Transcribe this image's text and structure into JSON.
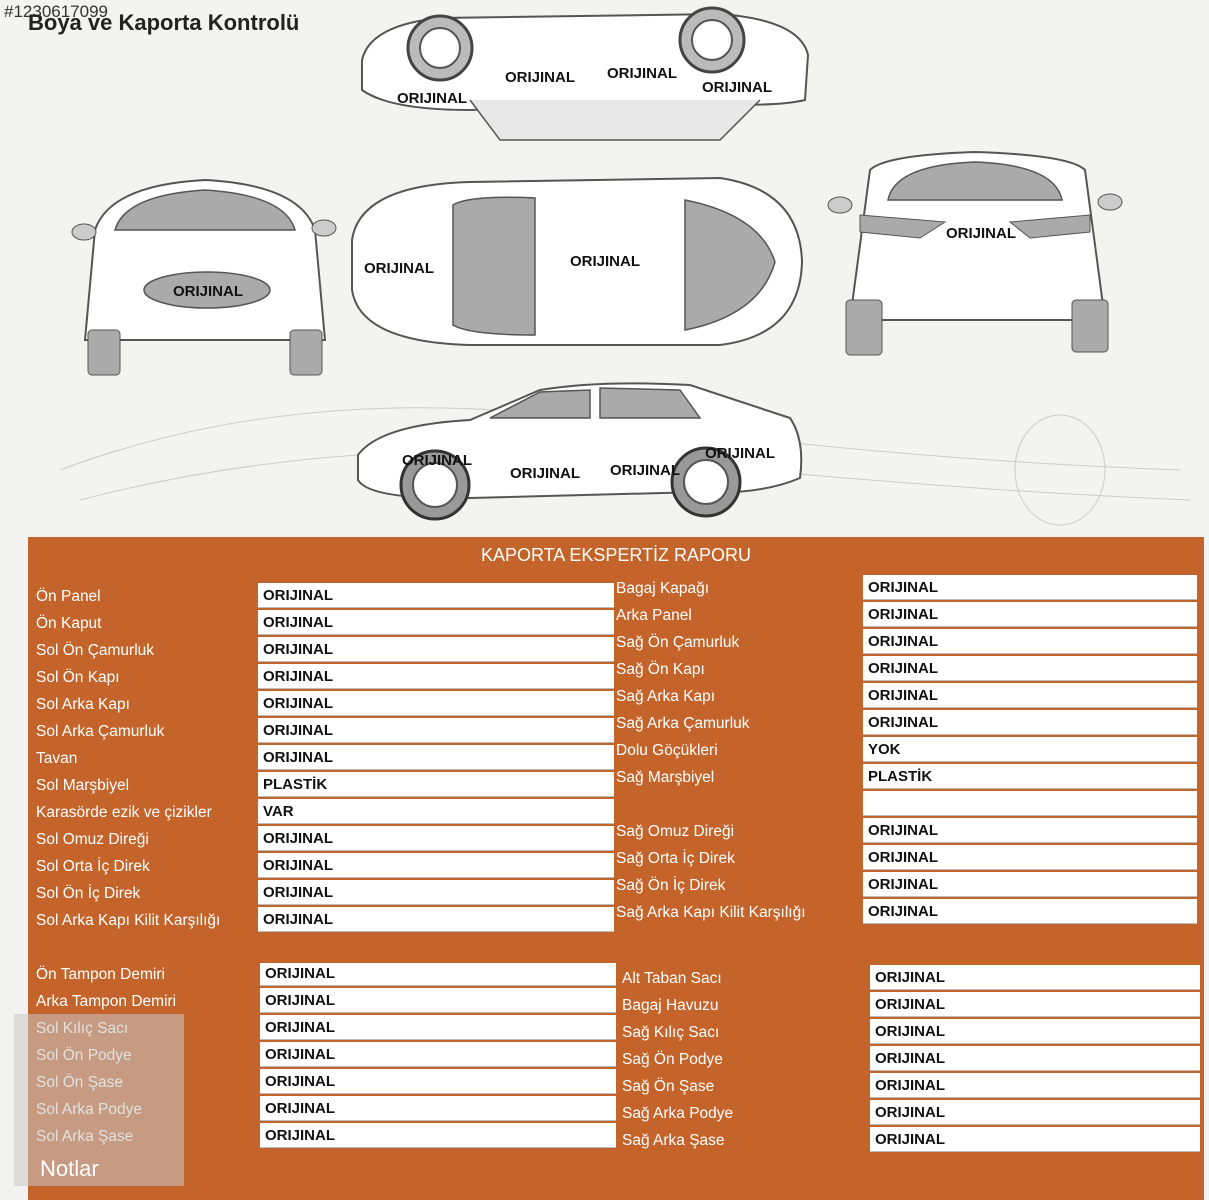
{
  "header": {
    "listing_id": "#1230617099",
    "title": "Boya ve Kaporta Kontrolü"
  },
  "diagram_labels": {
    "top_rear": "ORIJINAL",
    "top_door1": "ORIJINAL",
    "top_door2": "ORIJINAL",
    "top_front": "ORIJINAL",
    "front_hood": "ORIJINAL",
    "roof_front": "ORIJINAL",
    "roof": "ORIJINAL",
    "rear_trunk": "ORIJINAL",
    "side_front": "ORIJINAL",
    "side_door1": "ORIJINAL",
    "side_door2": "ORIJINAL",
    "side_rear": "ORIJINAL"
  },
  "report": {
    "title": "KAPORTA EKSPERTİZ RAPORU",
    "left_rows": [
      {
        "label": "Ön Panel",
        "value": "ORIJINAL"
      },
      {
        "label": "Ön Kaput",
        "value": "ORIJINAL"
      },
      {
        "label": "Sol Ön Çamurluk",
        "value": "ORIJINAL"
      },
      {
        "label": "Sol Ön Kapı",
        "value": "ORIJINAL"
      },
      {
        "label": "Sol Arka Kapı",
        "value": "ORIJINAL"
      },
      {
        "label": "Sol Arka Çamurluk",
        "value": "ORIJINAL"
      },
      {
        "label": "Tavan",
        "value": "ORIJINAL"
      },
      {
        "label": "Sol Marşbiyel",
        "value": "PLASTİK"
      },
      {
        "label": "Karasörde ezik ve çizikler",
        "value": "VAR"
      },
      {
        "label": "Sol Omuz Direği",
        "value": "ORIJINAL"
      },
      {
        "label": "Sol Orta İç Direk",
        "value": "ORIJINAL"
      },
      {
        "label": "Sol Ön İç Direk",
        "value": "ORIJINAL"
      },
      {
        "label": "Sol Arka Kapı Kilit Karşılığı",
        "value": "ORIJINAL"
      }
    ],
    "right_rows": [
      {
        "label": "Bagaj Kapağı",
        "value": "ORIJINAL"
      },
      {
        "label": "Arka Panel",
        "value": "ORIJINAL"
      },
      {
        "label": "Sağ Ön Çamurluk",
        "value": "ORIJINAL"
      },
      {
        "label": "Sağ Ön Kapı",
        "value": "ORIJINAL"
      },
      {
        "label": "Sağ Arka Kapı",
        "value": "ORIJINAL"
      },
      {
        "label": "Sağ Arka Çamurluk",
        "value": "ORIJINAL"
      },
      {
        "label": "Dolu Göçükleri",
        "value": "YOK"
      },
      {
        "label": "Sağ Marşbiyel",
        "value": "PLASTİK"
      },
      {
        "label": "",
        "value": ""
      },
      {
        "label": "Sağ Omuz Direği",
        "value": "ORIJINAL"
      },
      {
        "label": "Sağ Orta İç Direk",
        "value": "ORIJINAL"
      },
      {
        "label": "Sağ Ön İç Direk",
        "value": "ORIJINAL"
      },
      {
        "label": "Sağ Arka Kapı Kilit Karşılığı",
        "value": "ORIJINAL"
      }
    ],
    "left_rows2": [
      {
        "label": "Ön Tampon Demiri",
        "value": "ORIJINAL"
      },
      {
        "label": "Arka Tampon Demiri",
        "value": "ORIJINAL"
      },
      {
        "label": "Sol Kılıç Sacı",
        "value": "ORIJINAL"
      },
      {
        "label": "Sol Ön Podye",
        "value": "ORIJINAL"
      },
      {
        "label": "Sol Ön Şase",
        "value": "ORIJINAL"
      },
      {
        "label": "Sol Arka Podye",
        "value": "ORIJINAL"
      },
      {
        "label": "Sol Arka Şase",
        "value": "ORIJINAL"
      }
    ],
    "right_rows2": [
      {
        "label": "Alt Taban Sacı",
        "value": "ORIJINAL"
      },
      {
        "label": "Bagaj Havuzu",
        "value": "ORIJINAL"
      },
      {
        "label": "Sağ Kılıç Sacı",
        "value": "ORIJINAL"
      },
      {
        "label": "Sağ Ön Podye",
        "value": "ORIJINAL"
      },
      {
        "label": "Sağ Ön Şase",
        "value": "ORIJINAL"
      },
      {
        "label": "Sağ Arka Podye",
        "value": "ORIJINAL"
      },
      {
        "label": "Sağ Arka Şase",
        "value": "ORIJINAL"
      }
    ],
    "notes_label": "Notlar"
  }
}
